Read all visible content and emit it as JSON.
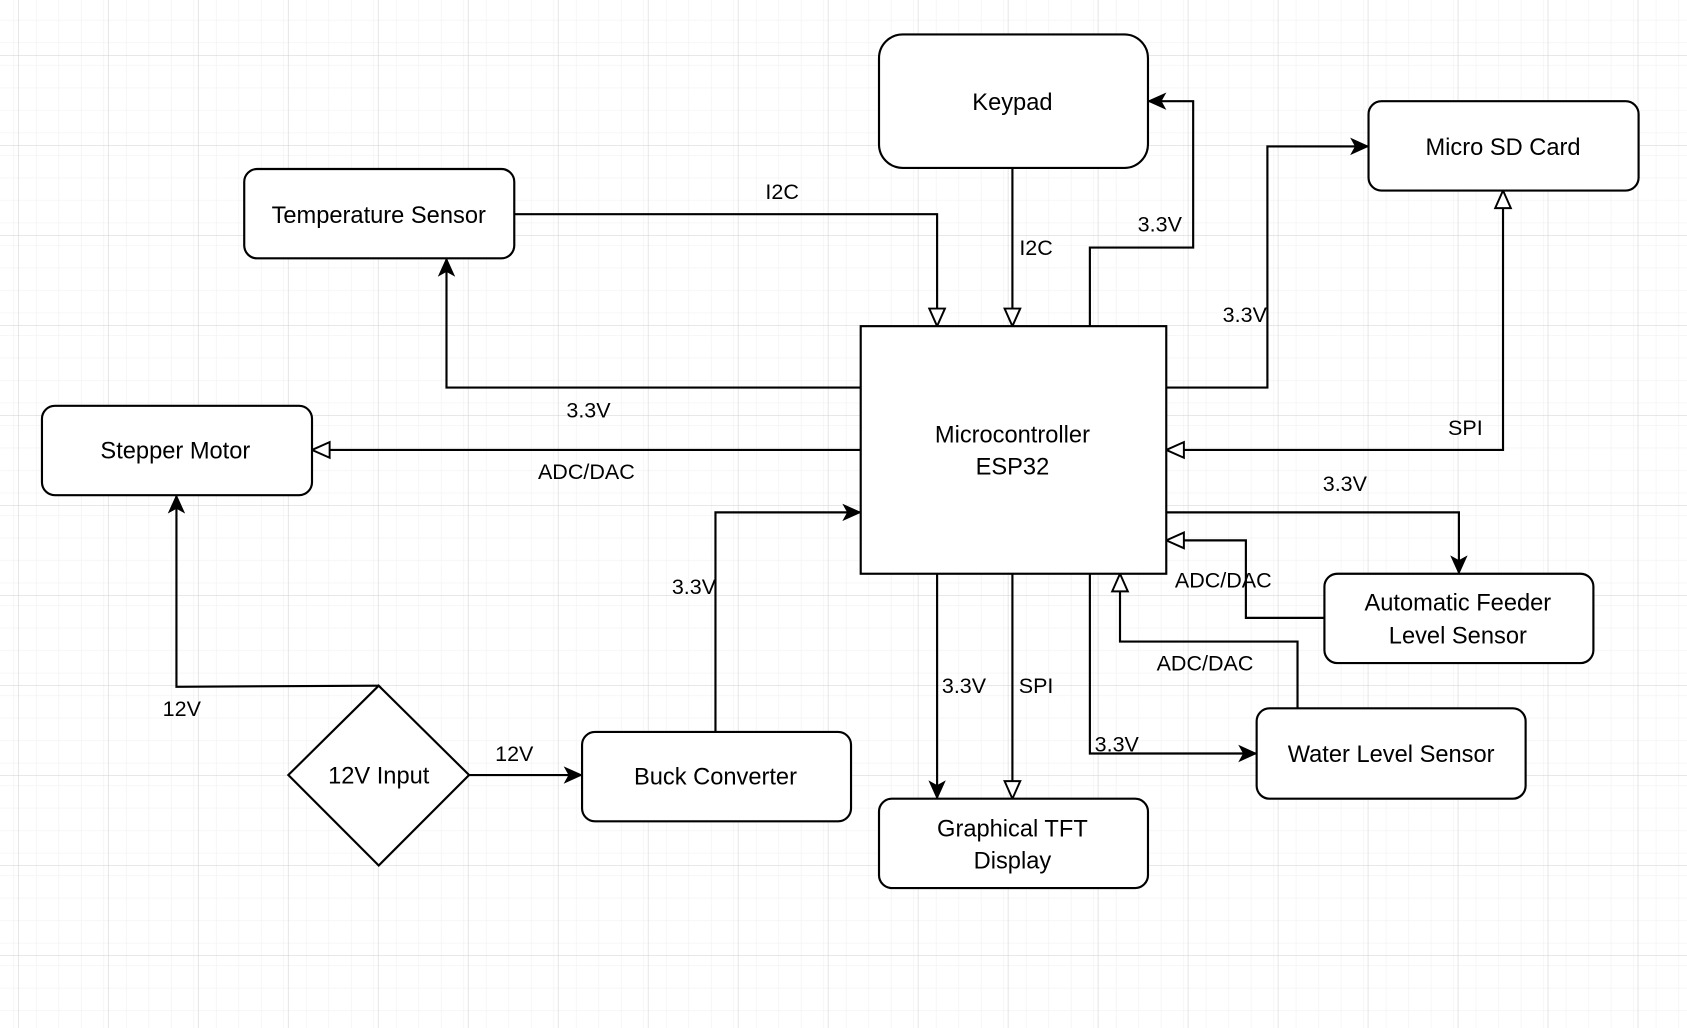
{
  "diagram": {
    "colors": {
      "background": "#ffffff",
      "grid_minor": "#f1f1f1",
      "grid_major": "#d0d0d0",
      "stroke": "#000000",
      "text": "#000000"
    },
    "nodes": [
      {
        "id": "keypad",
        "lines": [
          "Keypad"
        ],
        "shape": "rounded-rect"
      },
      {
        "id": "temperature-sensor",
        "lines": [
          "Temperature Sensor"
        ],
        "shape": "rounded-rect"
      },
      {
        "id": "micro-sd-card",
        "lines": [
          "Micro SD Card"
        ],
        "shape": "rounded-rect"
      },
      {
        "id": "stepper-motor",
        "lines": [
          "Stepper Motor"
        ],
        "shape": "rounded-rect"
      },
      {
        "id": "microcontroller",
        "lines": [
          "Microcontroller",
          "ESP32"
        ],
        "shape": "rect"
      },
      {
        "id": "automatic-feeder-level-sensor",
        "lines": [
          "Automatic Feeder",
          "Level Sensor"
        ],
        "shape": "rounded-rect"
      },
      {
        "id": "water-level-sensor",
        "lines": [
          "Water Level Sensor"
        ],
        "shape": "rounded-rect"
      },
      {
        "id": "graphical-tft-display",
        "lines": [
          "Graphical TFT",
          "Display"
        ],
        "shape": "rounded-rect"
      },
      {
        "id": "buck-converter",
        "lines": [
          "Buck Converter"
        ],
        "shape": "rounded-rect"
      },
      {
        "id": "12v-input",
        "lines": [
          "12V Input"
        ],
        "shape": "diamond"
      }
    ],
    "edges": [
      {
        "id": "temp-to-mcu",
        "from": "temperature-sensor",
        "to": "microcontroller",
        "label": "I2C",
        "arrow_end": "open"
      },
      {
        "id": "keypad-to-mcu",
        "from": "keypad",
        "to": "microcontroller",
        "label": "I2C",
        "arrow_end": "open"
      },
      {
        "id": "mcu-to-keypad",
        "from": "microcontroller",
        "to": "keypad",
        "label": "3.3V",
        "arrow_end": "filled"
      },
      {
        "id": "mcu-to-sd",
        "from": "microcontroller",
        "to": "micro-sd-card",
        "label": "3.3V",
        "arrow_end": "filled"
      },
      {
        "id": "sd-spi",
        "from": "micro-sd-card",
        "to": "microcontroller",
        "label": "SPI",
        "arrow_end": "open",
        "arrow_start": "open"
      },
      {
        "id": "mcu-to-temp",
        "from": "microcontroller",
        "to": "temperature-sensor",
        "label": "3.3V",
        "arrow_end": "filled"
      },
      {
        "id": "mcu-to-stepper",
        "from": "microcontroller",
        "to": "stepper-motor",
        "label": "ADC/DAC",
        "arrow_end": "open"
      },
      {
        "id": "mcu-to-feeder",
        "from": "microcontroller",
        "to": "automatic-feeder-level-sensor",
        "label": "3.3V",
        "arrow_end": "filled"
      },
      {
        "id": "feeder-to-mcu",
        "from": "automatic-feeder-level-sensor",
        "to": "microcontroller",
        "label": "ADC/DAC",
        "arrow_end": "open"
      },
      {
        "id": "water-to-mcu",
        "from": "water-level-sensor",
        "to": "microcontroller",
        "label": "ADC/DAC",
        "arrow_end": "open"
      },
      {
        "id": "mcu-to-water",
        "from": "microcontroller",
        "to": "water-level-sensor",
        "label": "3.3V",
        "arrow_end": "filled"
      },
      {
        "id": "mcu-to-tft-power",
        "from": "microcontroller",
        "to": "graphical-tft-display",
        "label": "3.3V",
        "arrow_end": "filled"
      },
      {
        "id": "mcu-to-tft-spi",
        "from": "microcontroller",
        "to": "graphical-tft-display",
        "label": "SPI",
        "arrow_end": "open"
      },
      {
        "id": "buck-to-mcu",
        "from": "buck-converter",
        "to": "microcontroller",
        "label": "3.3V",
        "arrow_end": "filled"
      },
      {
        "id": "input-to-stepper",
        "from": "12v-input",
        "to": "stepper-motor",
        "label": "12V",
        "arrow_end": "filled"
      },
      {
        "id": "input-to-buck",
        "from": "12v-input",
        "to": "buck-converter",
        "label": "12V",
        "arrow_end": "filled"
      }
    ]
  }
}
